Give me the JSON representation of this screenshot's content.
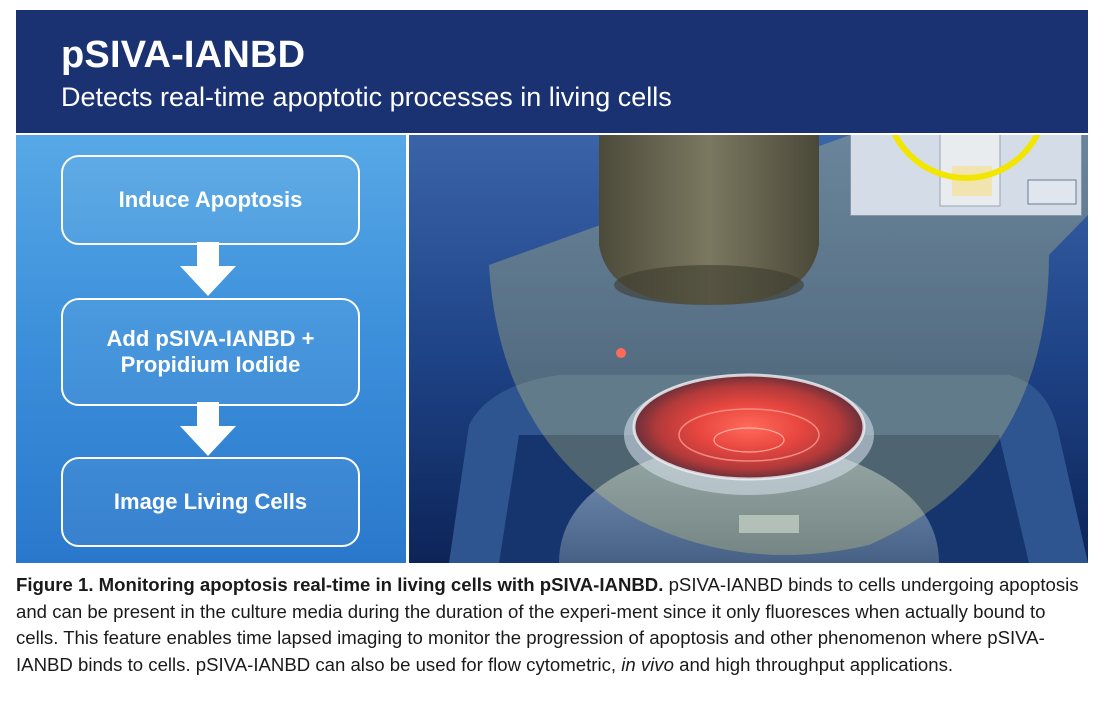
{
  "figure": {
    "title": "pSIVA-IANBD",
    "subtitle": "Detects real-time apoptotic processes in living cells",
    "steps": [
      {
        "label": "Induce Apoptosis"
      },
      {
        "label_line1": "Add pSIVA-IANBD +",
        "label_line2": "Propidium Iodide"
      },
      {
        "label": "Image Living Cells"
      }
    ],
    "colors": {
      "header": "#1b3272",
      "panel": "#3d91db",
      "highlight_circle": "#f2e600"
    },
    "icons": [
      "down-arrow-icon",
      "down-arrow-icon",
      "microscope-image",
      "culture-dish-image"
    ]
  },
  "caption": {
    "lead": "Figure 1.  Monitoring apoptosis real-time in living cells with pSIVA-IANBD.",
    "body_1": " pSIVA-IANBD binds to cells undergoing apoptosis and can be present in the culture media during the duration of the experi-ment since it only fluoresces when actually bound to cells. This feature enables time lapsed imaging to monitor the progression of apoptosis and other phenomenon where pSIVA-IANBD binds to cells. pSIVA-IANBD can also be used for flow cytometric, ",
    "italic": "in vivo",
    "body_2": " and high throughput applications."
  }
}
